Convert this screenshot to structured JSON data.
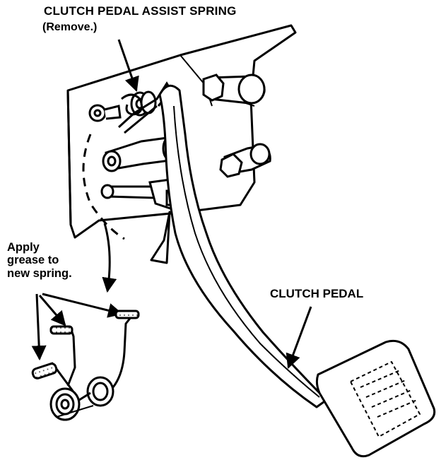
{
  "labels": {
    "spring_title": "CLUTCH PEDAL ASSIST SPRING",
    "spring_note": "(Remove.)",
    "grease_lines": [
      "Apply",
      "grease to",
      "new spring."
    ],
    "pedal": "CLUTCH PEDAL"
  },
  "colors": {
    "ink": "#000000",
    "paper": "#ffffff",
    "fill_gray": "#c8c8c8",
    "dark_gray": "#555555"
  }
}
